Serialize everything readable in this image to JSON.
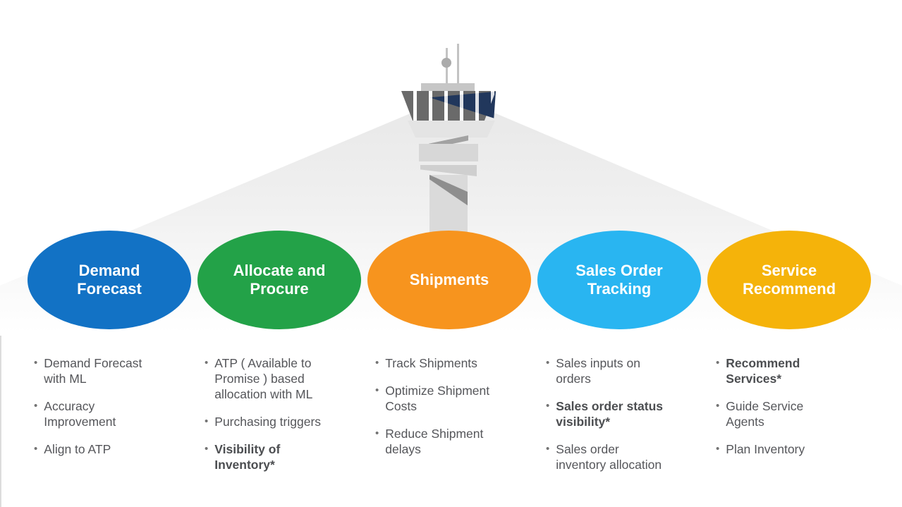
{
  "diagram": {
    "type": "supply-chain control tower overview",
    "tower_glass_color": "#21375c",
    "beam_color": "#e9e9e9",
    "text_color": "#55565a",
    "divider_color": "#dcdcdc"
  },
  "columns": [
    {
      "label": "Demand\nForecast",
      "color": "#1272c5",
      "items": [
        {
          "text": "Demand Forecast\nwith ML",
          "bold": false
        },
        {
          "text": "Accuracy\nImprovement",
          "bold": false
        },
        {
          "text": "Align to ATP",
          "bold": false
        }
      ]
    },
    {
      "label": "Allocate and\nProcure",
      "color": "#23a248",
      "items": [
        {
          "text": "ATP ( Available to\nPromise ) based\nallocation with ML",
          "bold": false
        },
        {
          "text": "Purchasing triggers",
          "bold": false
        },
        {
          "text": "Visibility of\nInventory*",
          "bold": true
        }
      ]
    },
    {
      "label": "Shipments",
      "color": "#f7941e",
      "items": [
        {
          "text": "Track Shipments",
          "bold": false
        },
        {
          "text": "Optimize Shipment\nCosts",
          "bold": false
        },
        {
          "text": "Reduce Shipment\ndelays",
          "bold": false
        }
      ]
    },
    {
      "label": "Sales Order\nTracking",
      "color": "#29b5f1",
      "items": [
        {
          "text": "Sales inputs on\norders",
          "bold": false
        },
        {
          "text": "Sales order status\nvisibility*",
          "bold": true
        },
        {
          "text": "Sales order\ninventory allocation",
          "bold": false
        }
      ]
    },
    {
      "label": "Service\nRecommend",
      "color": "#f5b30a",
      "items": [
        {
          "text": "Recommend\nServices*",
          "bold": true
        },
        {
          "text": "Guide Service\nAgents",
          "bold": false
        },
        {
          "text": "Plan Inventory",
          "bold": false
        }
      ]
    }
  ]
}
